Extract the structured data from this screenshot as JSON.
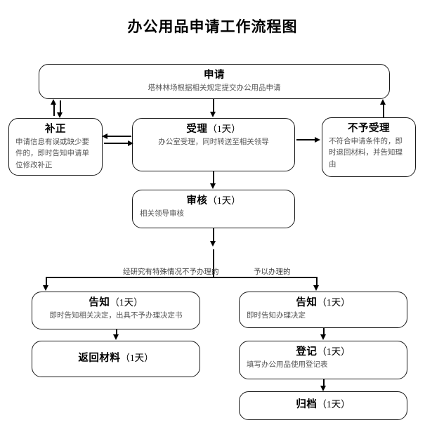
{
  "title": "办公用品申请工作流程图",
  "nodes": {
    "apply": {
      "heading": "申请",
      "duration": "",
      "subtitle": "塔林林场根据相关规定提交办公用品申请"
    },
    "correct": {
      "heading": "补正",
      "duration": "",
      "subtitle": "申请信息有误或缺少要件的，即时告知申请单位修改补正"
    },
    "accept": {
      "heading": "受理",
      "duration": "（1天）",
      "subtitle": "办公室受理，同时转送至相关领导"
    },
    "reject": {
      "heading": "不予受理",
      "duration": "",
      "subtitle": "不符合申请条件的，即时退回材料，并告知理由"
    },
    "review": {
      "heading": "审核",
      "duration": "（1天）",
      "subtitle": "相关领导审核"
    },
    "notify_left": {
      "heading": "告知",
      "duration": "（1天）",
      "subtitle": "即时告知相关决定，出具不予办理决定书"
    },
    "return_docs": {
      "heading": "返回材料",
      "duration": "（1天）",
      "subtitle": ""
    },
    "notify_right": {
      "heading": "告知",
      "duration": "（1天）",
      "subtitle": "即时告知办理决定"
    },
    "register": {
      "heading": "登记",
      "duration": "（1天）",
      "subtitle": "填写办公用品使用登记表"
    },
    "archive": {
      "heading": "归档",
      "duration": "（1天）",
      "subtitle": ""
    }
  },
  "edge_labels": {
    "branch_no": "经研究有特殊情况不予办理的",
    "branch_yes": "予以办理的"
  },
  "colors": {
    "background": "#ffffff",
    "stroke": "#1a1a1a",
    "heading_text": "#000000",
    "subtitle_text": "#555555",
    "edge_label_text": "#444444"
  }
}
